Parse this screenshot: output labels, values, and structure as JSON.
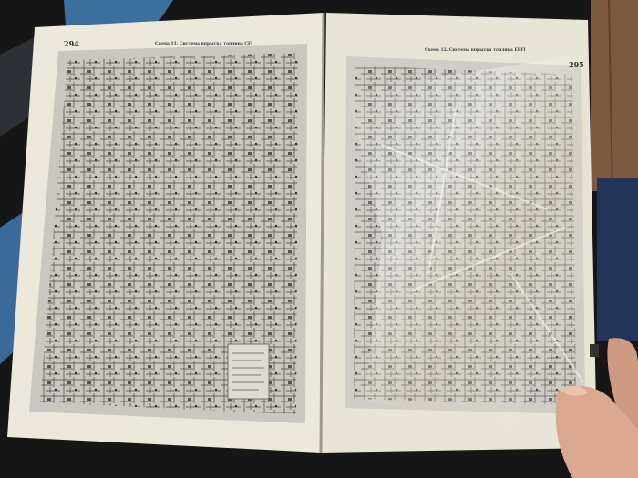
{
  "photo": {
    "subject": "open-manual-with-wiring-diagrams",
    "colors": {
      "background": "#161616",
      "paper": "#ece9dc",
      "diagram_frame": "#c9c7c0",
      "wiring_ink": "#3a3a3a",
      "floor": "#7b5a3f",
      "skin": "#d9a88f"
    }
  },
  "left_page": {
    "page_number": "294",
    "caption": "Схема 11. Система впрыска топлива CFI"
  },
  "right_page": {
    "page_number": "295",
    "caption": "Схема 12. Система впрыска топлива EEFI"
  }
}
